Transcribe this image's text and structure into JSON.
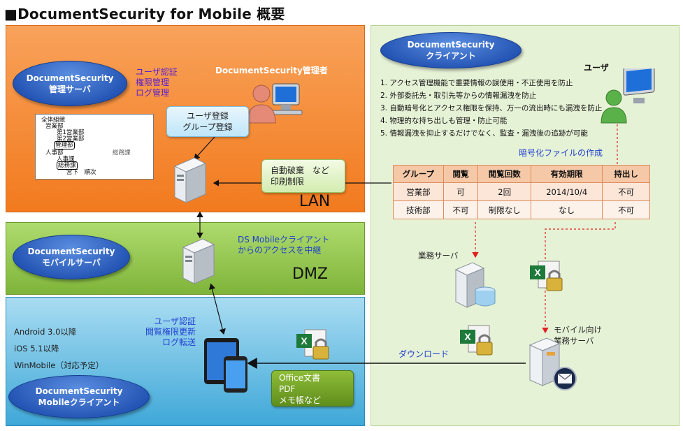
{
  "title": "■DocumentSecurity for Mobile 概要",
  "lan": {
    "label": "LAN",
    "server_name": "DocumentSecurity\n管理サーバ",
    "server_functions": [
      "ユーザ認証",
      "権限管理",
      "ログ管理"
    ],
    "admin_label": "DocumentSecurity管理者",
    "registration_callout": [
      "ユーザ登録",
      "グループ登録"
    ],
    "restriction_callout": [
      "自動破棄　など",
      "印刷制限"
    ],
    "tree": {
      "items": [
        "全体組織",
        "営業部",
        "第1営業部",
        "第2営業部",
        "管理部",
        "人事部",
        "人事課",
        "総務課",
        "宮下　順次",
        "総務課"
      ],
      "highlighted": [
        "管理部",
        "総務課"
      ]
    }
  },
  "dmz": {
    "label": "DMZ",
    "server_name": "DocumentSecurity\nモバイルサーバ",
    "relay_text": [
      "DS Mobileクライアント",
      "からのアクセスを中継"
    ]
  },
  "mobile": {
    "platforms": [
      "Android 3.0以降",
      "iOS 5.1以降",
      "WinMobile（対応予定）"
    ],
    "client_name": "DocumentSecurity\nMobileクライアント",
    "server_functions": [
      "ユーザ認証",
      "閲覧権限更新",
      "ログ転送"
    ],
    "doc_types": [
      "Office文書",
      "PDF",
      "メモ帳など"
    ],
    "download_label": "ダウンロード"
  },
  "client": {
    "name": "DocumentSecurity\nクライアント",
    "user_label": "ユーザ",
    "features": [
      "1. アクセス管理機能で重要情報の誤使用・不正使用を防止",
      "2. 外部委託先・取引先等からの情報漏洩を防止",
      "3. 自動暗号化とアクセス権限を保持、万一の流出時にも漏洩を防止",
      "4. 物理的な持ち出しも管理・防止可能",
      "5. 情報漏洩を抑止するだけでなく、監査・漏洩後の追跡が可能"
    ],
    "encrypt_label": "暗号化ファイルの作成",
    "business_server_label": "業務サーバ",
    "mobile_business_server_label": [
      "モバイル向け",
      "業務サーバ"
    ]
  },
  "permission_table": {
    "headers": [
      "グループ",
      "閲覧",
      "閲覧回数",
      "有効期限",
      "持出し"
    ],
    "rows": [
      [
        "営業部",
        "可",
        "2回",
        "2014/10/4",
        "不可"
      ],
      [
        "技術部",
        "不可",
        "制限なし",
        "なし",
        "不可"
      ]
    ]
  },
  "colors": {
    "lan": "#f27a1e",
    "dmz": "#7fb43a",
    "mobile": "#3fa8d8",
    "client": "#e6f2d6",
    "ellipse": "#1f4fb0",
    "label_blue": "#1f3fd0",
    "label_purple": "#5a1fd0"
  }
}
